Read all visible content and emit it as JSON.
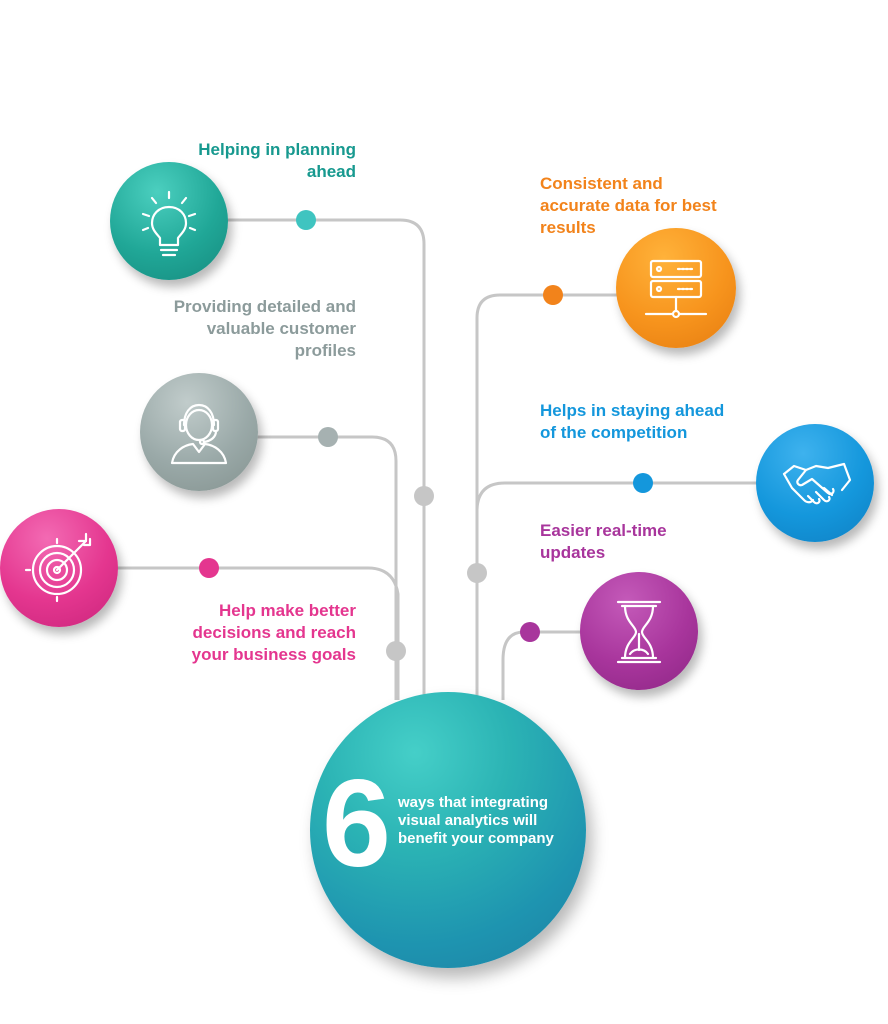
{
  "center": {
    "number": "6",
    "lines": [
      "ways that integrating",
      "visual analytics will",
      "benefit your company"
    ]
  },
  "items": [
    {
      "id": "planning",
      "lines": [
        "Helping in planning",
        "ahead"
      ],
      "color": "#17998f",
      "icon": "lightbulb-icon"
    },
    {
      "id": "profiles",
      "lines": [
        "Providing detailed and",
        "valuable customer",
        "profiles"
      ],
      "color": "#8c9b9b",
      "icon": "headset-agent-icon"
    },
    {
      "id": "decisions",
      "lines": [
        "Help make better",
        "decisions and reach",
        "your business goals"
      ],
      "color": "#e4368f",
      "icon": "target-icon"
    },
    {
      "id": "data",
      "lines": [
        "Consistent and",
        "accurate data for best",
        "results"
      ],
      "color": "#f2831b",
      "icon": "server-icon"
    },
    {
      "id": "competition",
      "lines": [
        "Helps in staying ahead",
        "of the competition"
      ],
      "color": "#1497dc",
      "icon": "handshake-icon"
    },
    {
      "id": "updates",
      "lines": [
        "Easier real-time",
        "updates"
      ],
      "color": "#a8359c",
      "icon": "hourglass-icon"
    }
  ]
}
